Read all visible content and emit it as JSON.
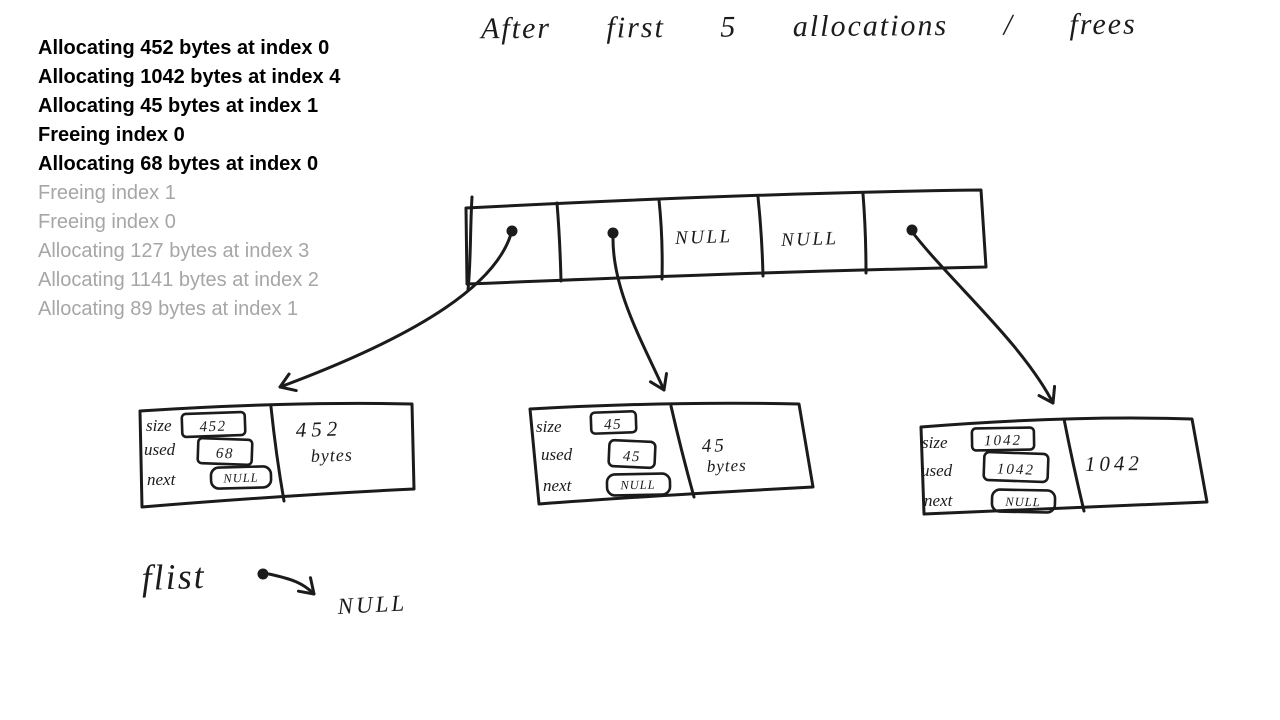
{
  "title": {
    "text": "After first 5 allocations / frees"
  },
  "log": {
    "lines": [
      {
        "text": "Allocating 452 bytes at index 0",
        "state": "done"
      },
      {
        "text": "Allocating 1042 bytes at index 4",
        "state": "done"
      },
      {
        "text": "Allocating 45 bytes at index 1",
        "state": "done"
      },
      {
        "text": "Freeing index 0",
        "state": "done"
      },
      {
        "text": "Allocating 68 bytes at index 0",
        "state": "done"
      },
      {
        "text": "Freeing index 1",
        "state": "pending"
      },
      {
        "text": "Freeing index 0",
        "state": "pending"
      },
      {
        "text": "Allocating 127 bytes at index 3",
        "state": "pending"
      },
      {
        "text": "Allocating 1141 bytes at index 2",
        "state": "pending"
      },
      {
        "text": "Allocating 89 bytes at index 1",
        "state": "pending"
      }
    ]
  },
  "pointer_array": {
    "cells": [
      {
        "index": 0,
        "type": "pointer"
      },
      {
        "index": 1,
        "type": "pointer"
      },
      {
        "index": 2,
        "type": "null",
        "label": "NULL"
      },
      {
        "index": 3,
        "type": "null",
        "label": "NULL"
      },
      {
        "index": 4,
        "type": "pointer"
      }
    ]
  },
  "arrows": [
    {
      "from": "array-cell-0",
      "to": "block-0"
    },
    {
      "from": "array-cell-1",
      "to": "block-1"
    },
    {
      "from": "array-cell-4",
      "to": "block-2"
    },
    {
      "from": "flist",
      "to": "NULL"
    }
  ],
  "blocks": [
    {
      "size_label": "size",
      "size": "452",
      "used_label": "used",
      "used": "68",
      "next_label": "next",
      "next": "NULL",
      "body_line1": "452",
      "body_line2": "bytes"
    },
    {
      "size_label": "size",
      "size": "45",
      "used_label": "used",
      "used": "45",
      "next_label": "next",
      "next": "NULL",
      "body_line1": "45",
      "body_line2": "bytes"
    },
    {
      "size_label": "size",
      "size": "1042",
      "used_label": "used",
      "used": "1042",
      "next_label": "next",
      "next": "NULL",
      "body_line1": "1042",
      "body_line2": ""
    }
  ],
  "free_list": {
    "label": "flist",
    "target": "NULL"
  },
  "colors": {
    "ink": "#1b1b1b",
    "done_text": "#000000",
    "pending_text": "#a6a6a6",
    "background": "#ffffff"
  }
}
